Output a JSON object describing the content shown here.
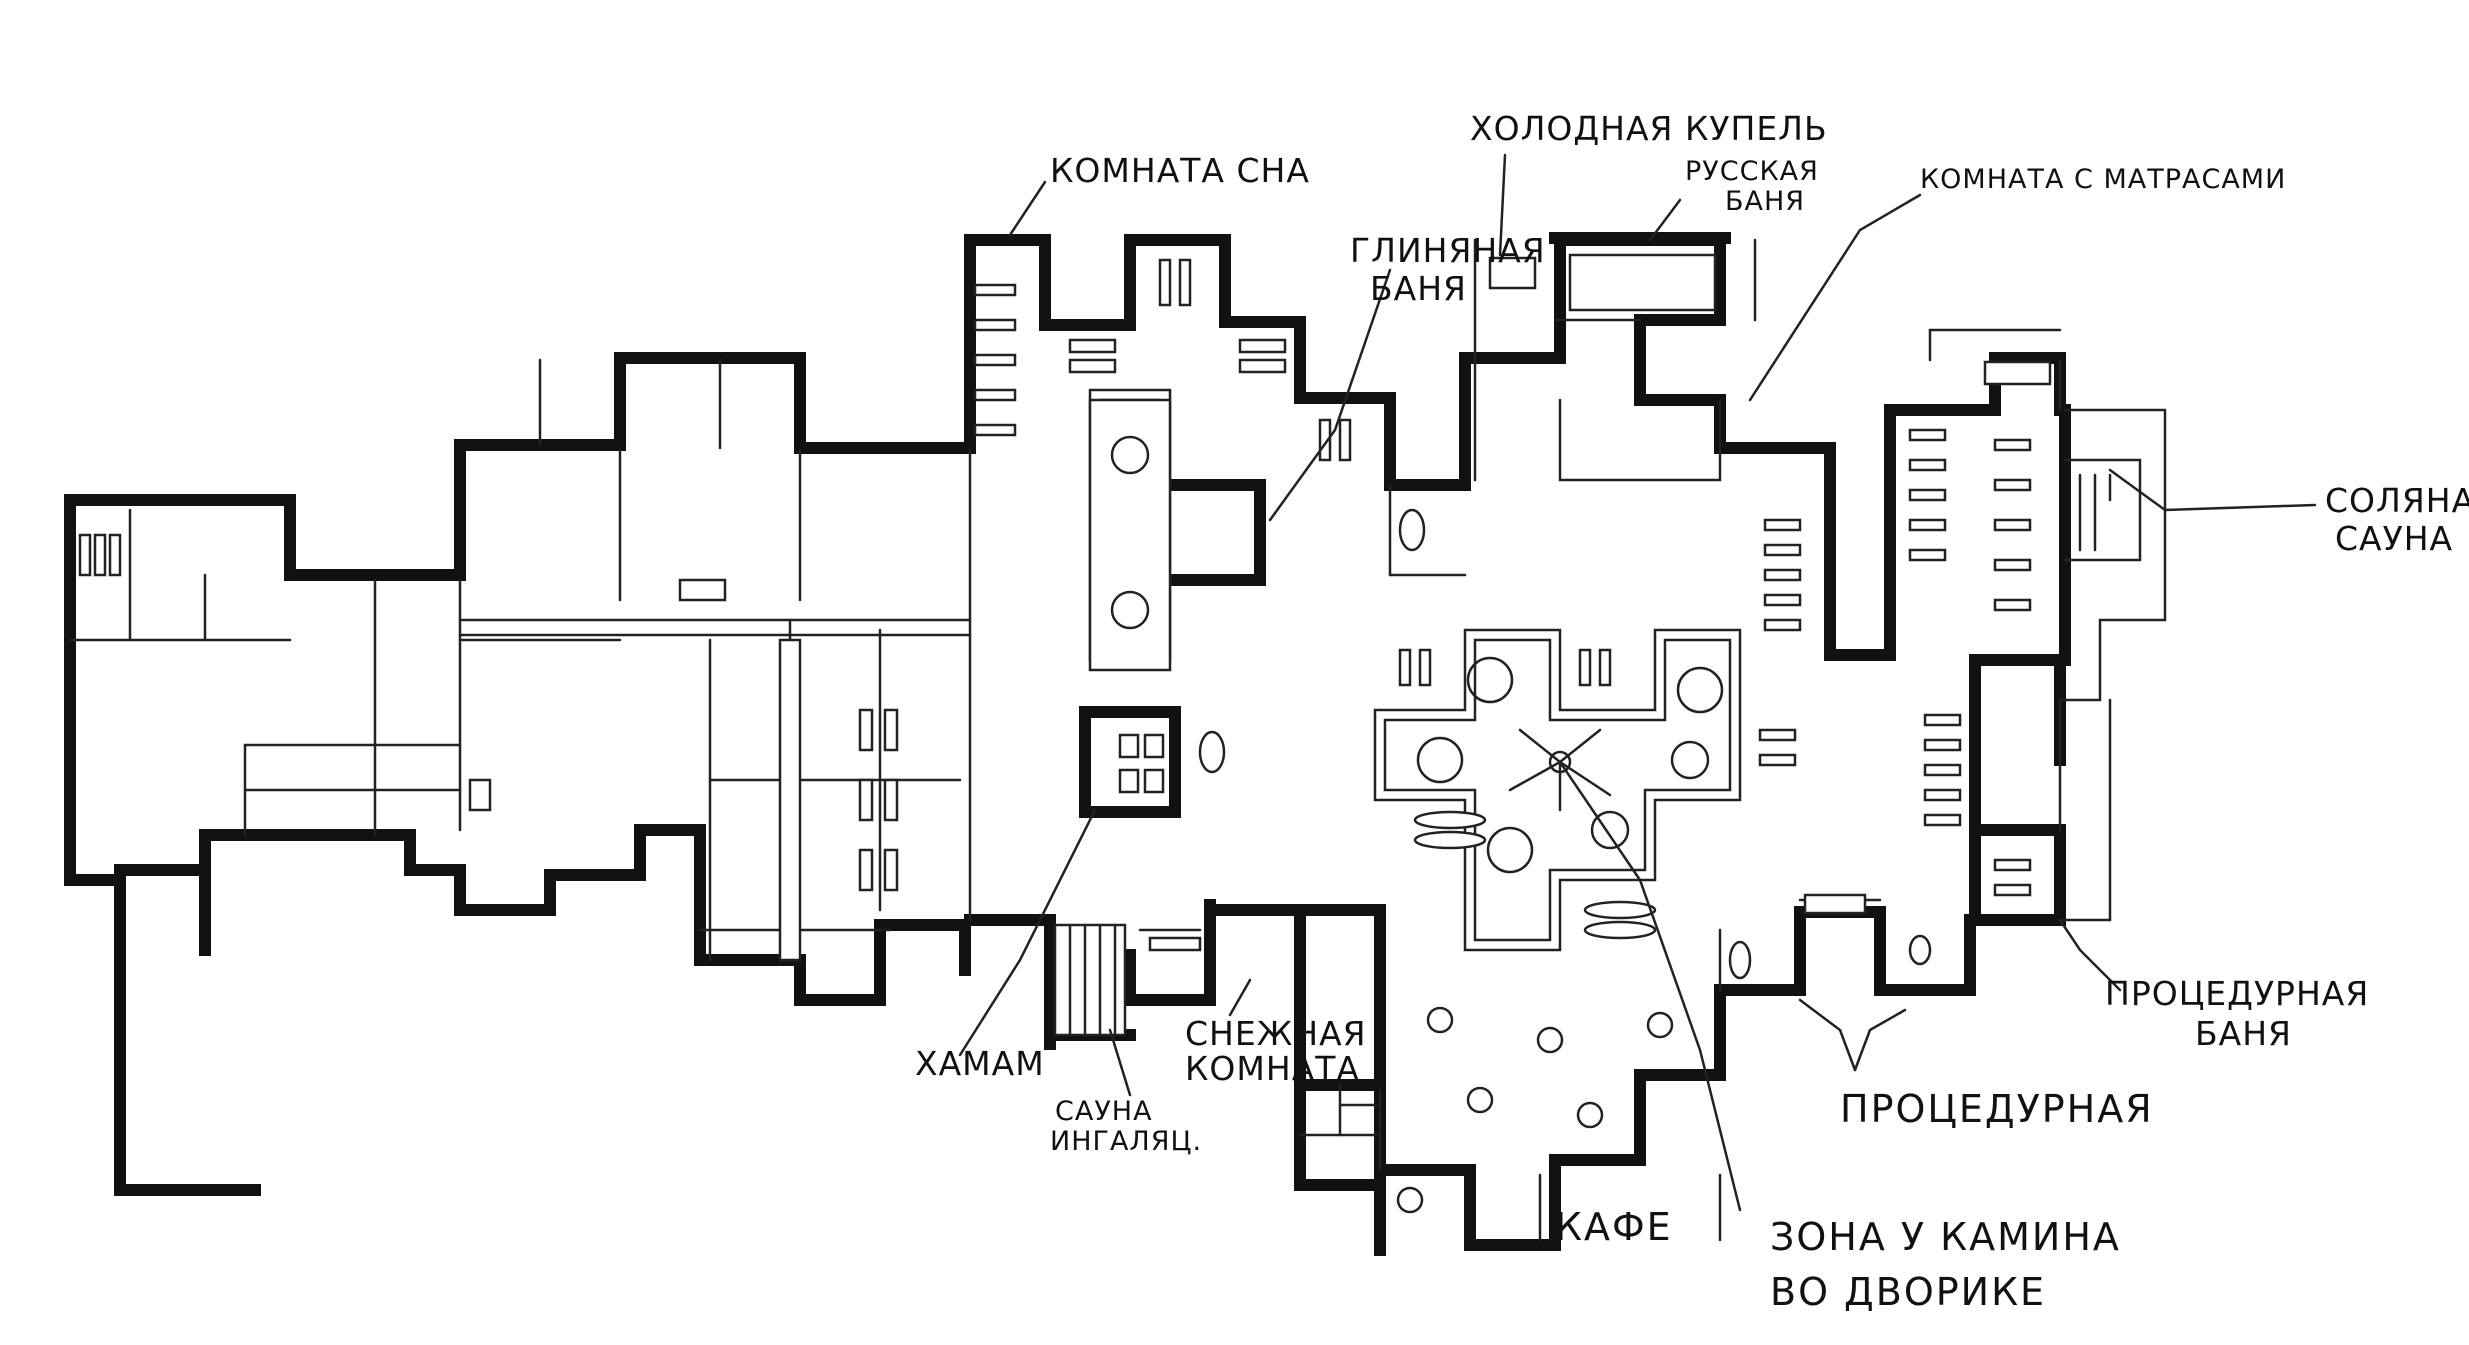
{
  "labels": {
    "komnata_sna": "КОМНАТА СНА",
    "glinyanaya_1": "ГЛИНЯНАЯ",
    "glinyanaya_2": "БАНЯ",
    "holodnaya_kupel": "ХОЛОДНАЯ КУПЕЛЬ",
    "russkaya_1": "РУССКАЯ",
    "russkaya_2": "БАНЯ",
    "komnata_matrasy": "КОМНАТА С МАТРАСАМИ",
    "solyanaya_1": "СОЛЯНАЯ",
    "solyanaya_2": "САУНА",
    "procedurnaya_banya_1": "ПРОЦЕДУРНАЯ",
    "procedurnaya_banya_2": "БАНЯ",
    "procedurnaya": "ПРОЦЕДУРНАЯ",
    "zona_kamina": "ЗОНА У КАМИНА",
    "vodvorike": "ВО ДВОРИКЕ",
    "kafe": "КАФЕ",
    "snezhnaya_1": "СНЕЖНАЯ",
    "snezhnaya_2": "КОМНАТА",
    "sauna_1": "САУНА",
    "sauna_2": "ИНГАЛЯЦ.",
    "hamam": "ХАМАМ"
  },
  "colors": {
    "ink": "#111111",
    "paper": "#ffffff"
  }
}
